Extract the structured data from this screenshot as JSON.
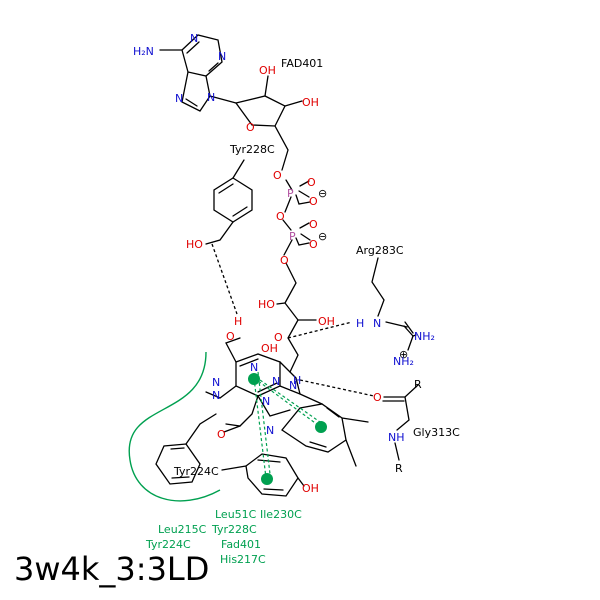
{
  "title": "3w4k_3:3LD",
  "ligand": {
    "name": "FAD401",
    "atoms": {
      "h2n": "H₂N",
      "n": "N",
      "oh": "OH",
      "ho": "HO",
      "o": "O",
      "p": "P",
      "h": "H",
      "r": "R",
      "nh": "NH",
      "minus": "⊖",
      "plus": "⊕",
      "nh2": "NH₂"
    }
  },
  "residues": {
    "tyr228": "Tyr228C",
    "arg283": "Arg283C",
    "gly313": "Gly313C",
    "tyr224": "Tyr224C"
  },
  "hydrophobic": {
    "leu51": "Leu51C",
    "ile230": "Ile230C",
    "leu215": "Leu215C",
    "tyr228": "Tyr228C",
    "tyr224": "Tyr224C",
    "fad401": "Fad401",
    "his217": "His217C"
  },
  "colors": {
    "carbon": "#000000",
    "nitrogen": "#1010d0",
    "oxygen": "#e00000",
    "phosphorus": "#b050a0",
    "interaction": "#00a050"
  }
}
